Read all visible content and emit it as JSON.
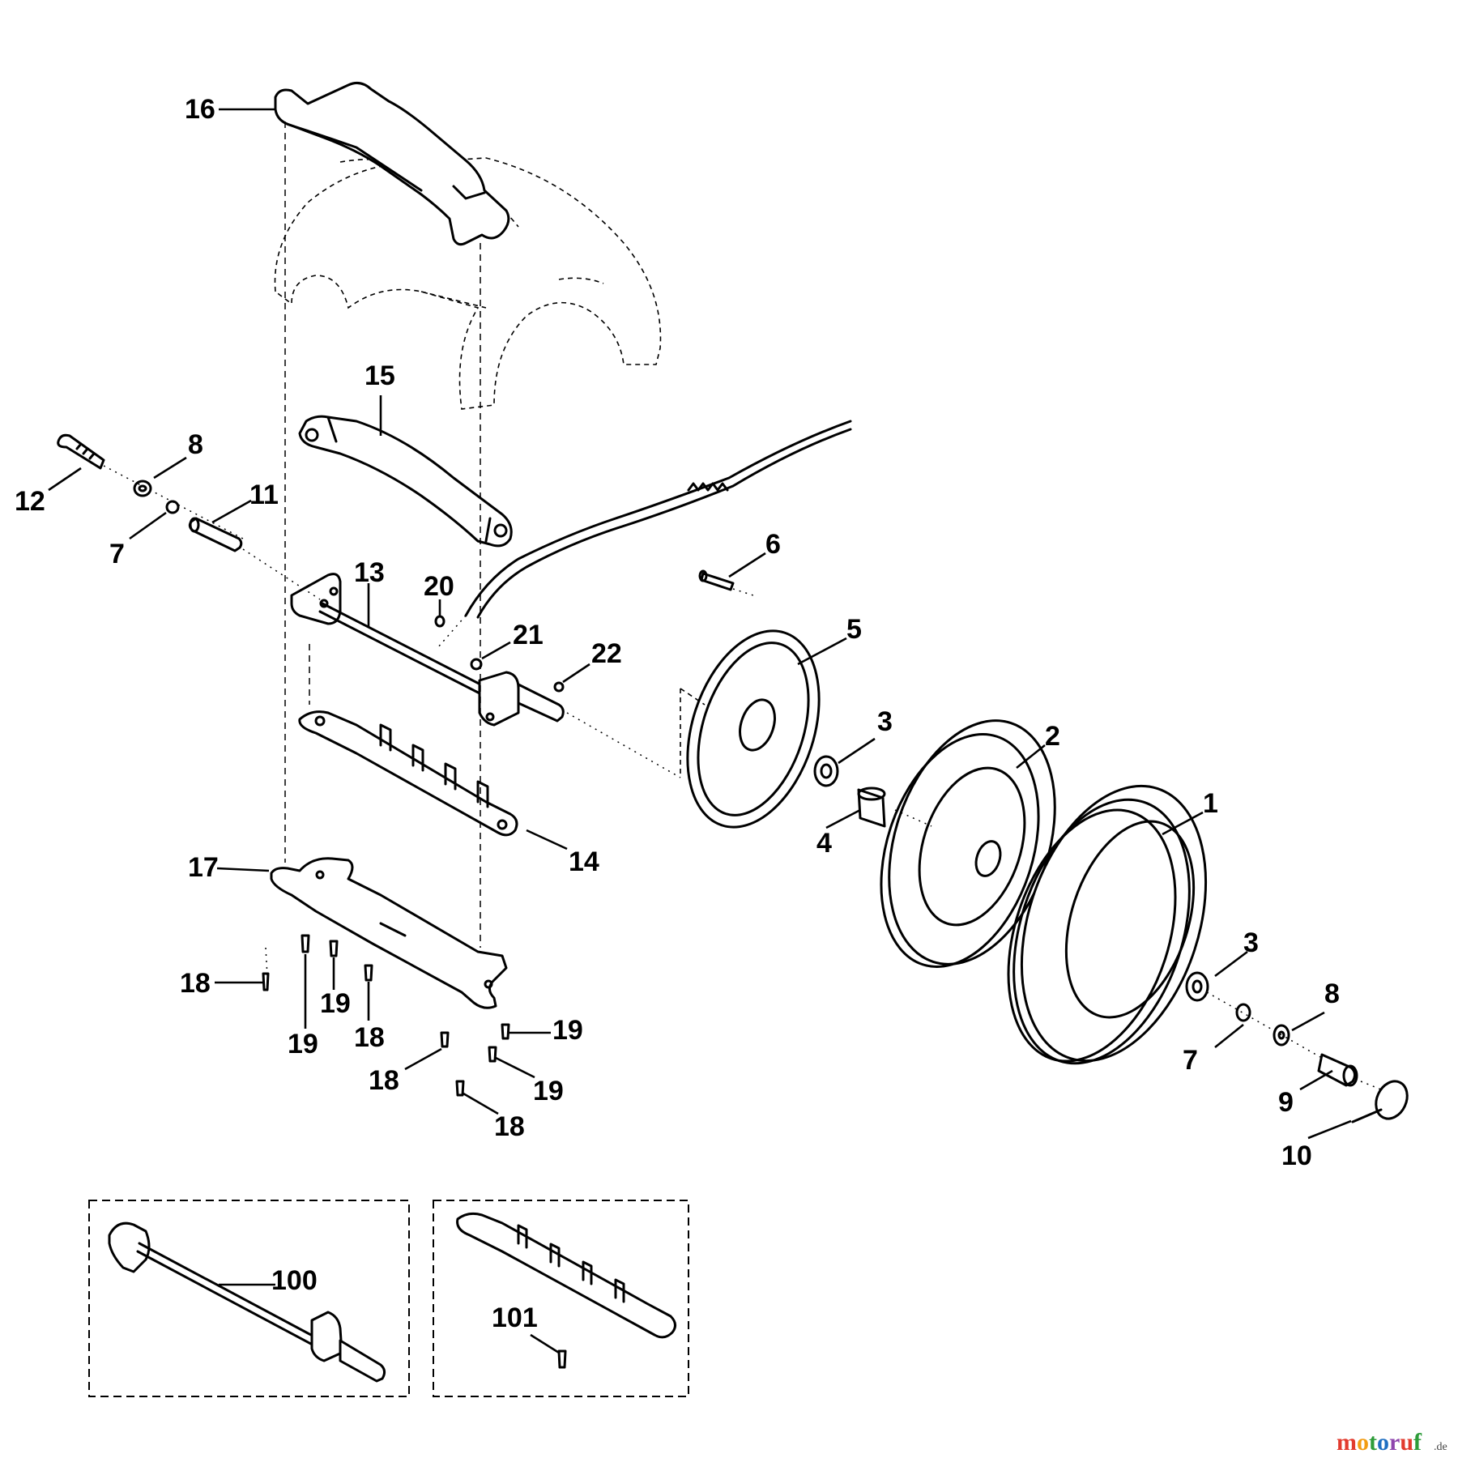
{
  "diagram": {
    "callouts": {
      "c1": "1",
      "c2": "2",
      "c3a": "3",
      "c3b": "3",
      "c4": "4",
      "c5": "5",
      "c6": "6",
      "c7a": "7",
      "c7b": "7",
      "c8a": "8",
      "c8b": "8",
      "c9": "9",
      "c10": "10",
      "c11": "11",
      "c12": "12",
      "c13": "13",
      "c14": "14",
      "c15": "15",
      "c16": "16",
      "c17": "17",
      "c18a": "18",
      "c18b": "18",
      "c18c": "18",
      "c18d": "18",
      "c19a": "19",
      "c19b": "19",
      "c19c": "19",
      "c19d": "19",
      "c20": "20",
      "c21": "21",
      "c22": "22",
      "c100": "100",
      "c101": "101"
    }
  },
  "watermark": {
    "text_main": "motoruf",
    "text_suffix": ".de",
    "colors": [
      "#e23b2e",
      "#f39c12",
      "#2e9c3a",
      "#1f6fc2",
      "#8e44ad",
      "#e23b2e",
      "#2e9c3a"
    ]
  }
}
